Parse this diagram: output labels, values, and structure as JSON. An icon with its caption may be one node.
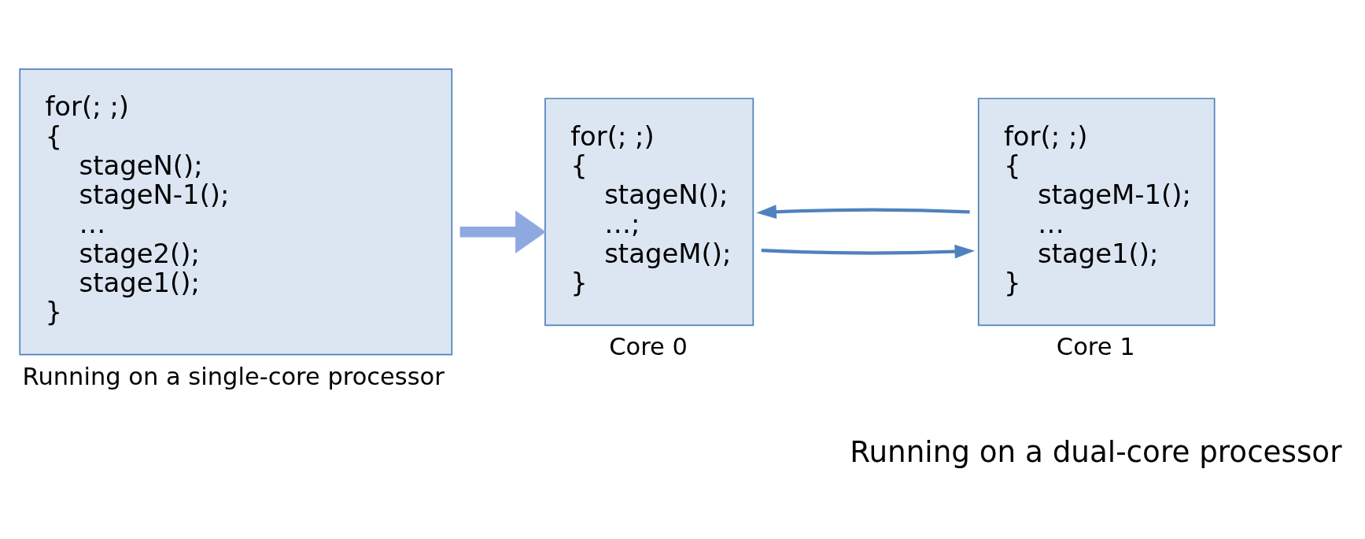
{
  "diagram": {
    "nodes": [
      {
        "text": [
          "for(; ;)",
          "{",
          "stageN();",
          "stageN-1();",
          "…",
          "stage2();",
          "stage1();",
          "}"
        ],
        "beside": [
          "Running on a single-core processor"
        ]
      },
      {
        "text": [
          "for(; ;)",
          "{",
          "stageN();",
          "…;",
          "stageM();",
          "}"
        ],
        "beside": [
          "Core 0"
        ]
      },
      {
        "text": [
          "for(; ;)",
          "{",
          "stageM-1();",
          "…",
          "stage1();",
          "}"
        ],
        "beside": [
          "Core 1"
        ]
      }
    ],
    "edges": [
      {
        "from": 0,
        "to": 1,
        "arrow": "to",
        "style": "thick",
        "color": "#8fa9e0"
      },
      {
        "from": 1,
        "to": 2,
        "arrow": "to"
      },
      {
        "from": 2,
        "to": 1,
        "arrow": "to"
      }
    ],
    "labels": [
      "Running on a dual-core processor"
    ]
  }
}
